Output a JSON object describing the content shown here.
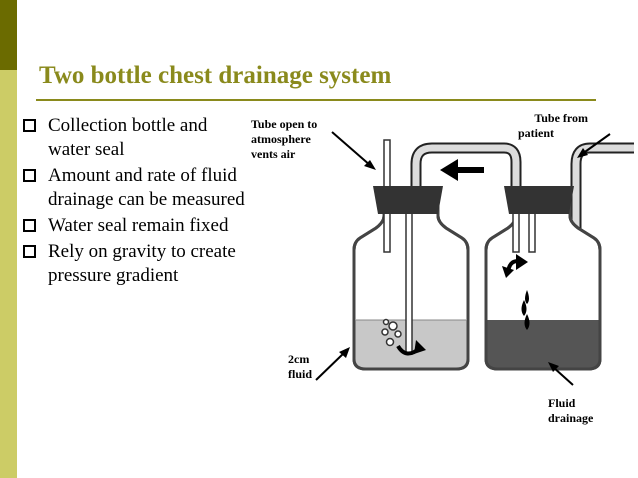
{
  "slide": {
    "title": "Two bottle chest drainage system",
    "bullets": [
      "Collection bottle and water seal",
      "Amount and rate of fluid drainage can be measured",
      "Water seal remain fixed",
      "Rely on gravity to create pressure gradient"
    ]
  },
  "diagram": {
    "labels": {
      "vent_line1": "Tube open to",
      "vent_line2": "atmosphere",
      "vent_line3": "vents air",
      "patient_line1": "Tube from",
      "patient_line2": "patient",
      "fluid_line1": "2cm",
      "fluid_line2": "fluid",
      "drainage_line1": "Fluid",
      "drainage_line2": "drainage"
    }
  },
  "colors": {
    "title": "#8a8a1c",
    "bar_dark": "#6b6b00",
    "bar_light": "#cccc66",
    "water_seal": "#c8c8c8",
    "drainage_fluid": "#555555",
    "stopper": "#333333"
  }
}
